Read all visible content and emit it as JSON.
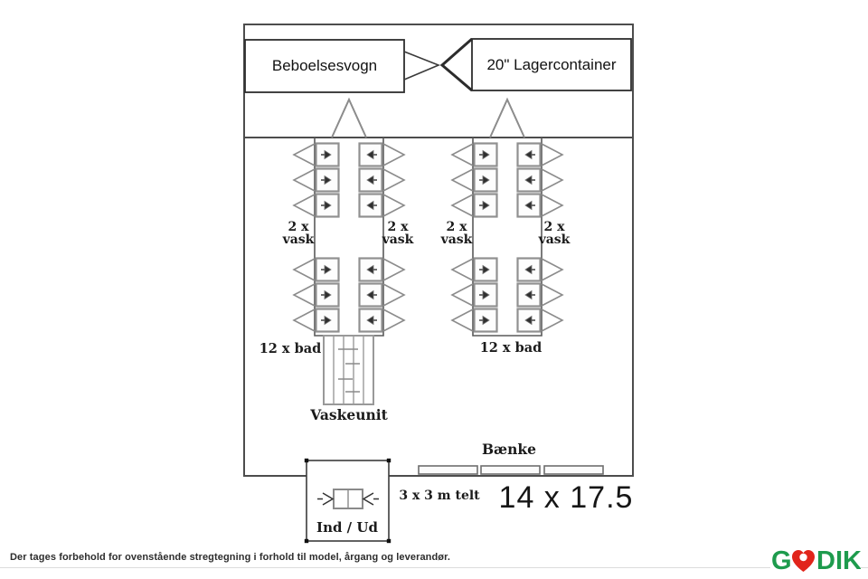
{
  "diagram": {
    "residential_trailer_label": "Beboelsesvogn",
    "storage_container_label": "20\" Lagercontainer",
    "sink_label_line1": "2 x",
    "sink_label_line2": "vask",
    "bath_label": "12 x bad",
    "wash_unit_label": "Vaskeunit",
    "bench_label": "Bænke",
    "tent_label": "3 x 3 m telt",
    "area_dimensions_label": "14 x 17.5",
    "entrance_exit_label": "Ind / Ud"
  },
  "footer": {
    "disclaimer": "Der tages forbehold for ovenstående stregtegning i forhold til model, årgang og leverandør."
  },
  "logo": {
    "text_before_heart": "G",
    "text_after_heart": "DIK",
    "brand_green": "#1E9B4D",
    "heart_red": "#E1251B"
  }
}
